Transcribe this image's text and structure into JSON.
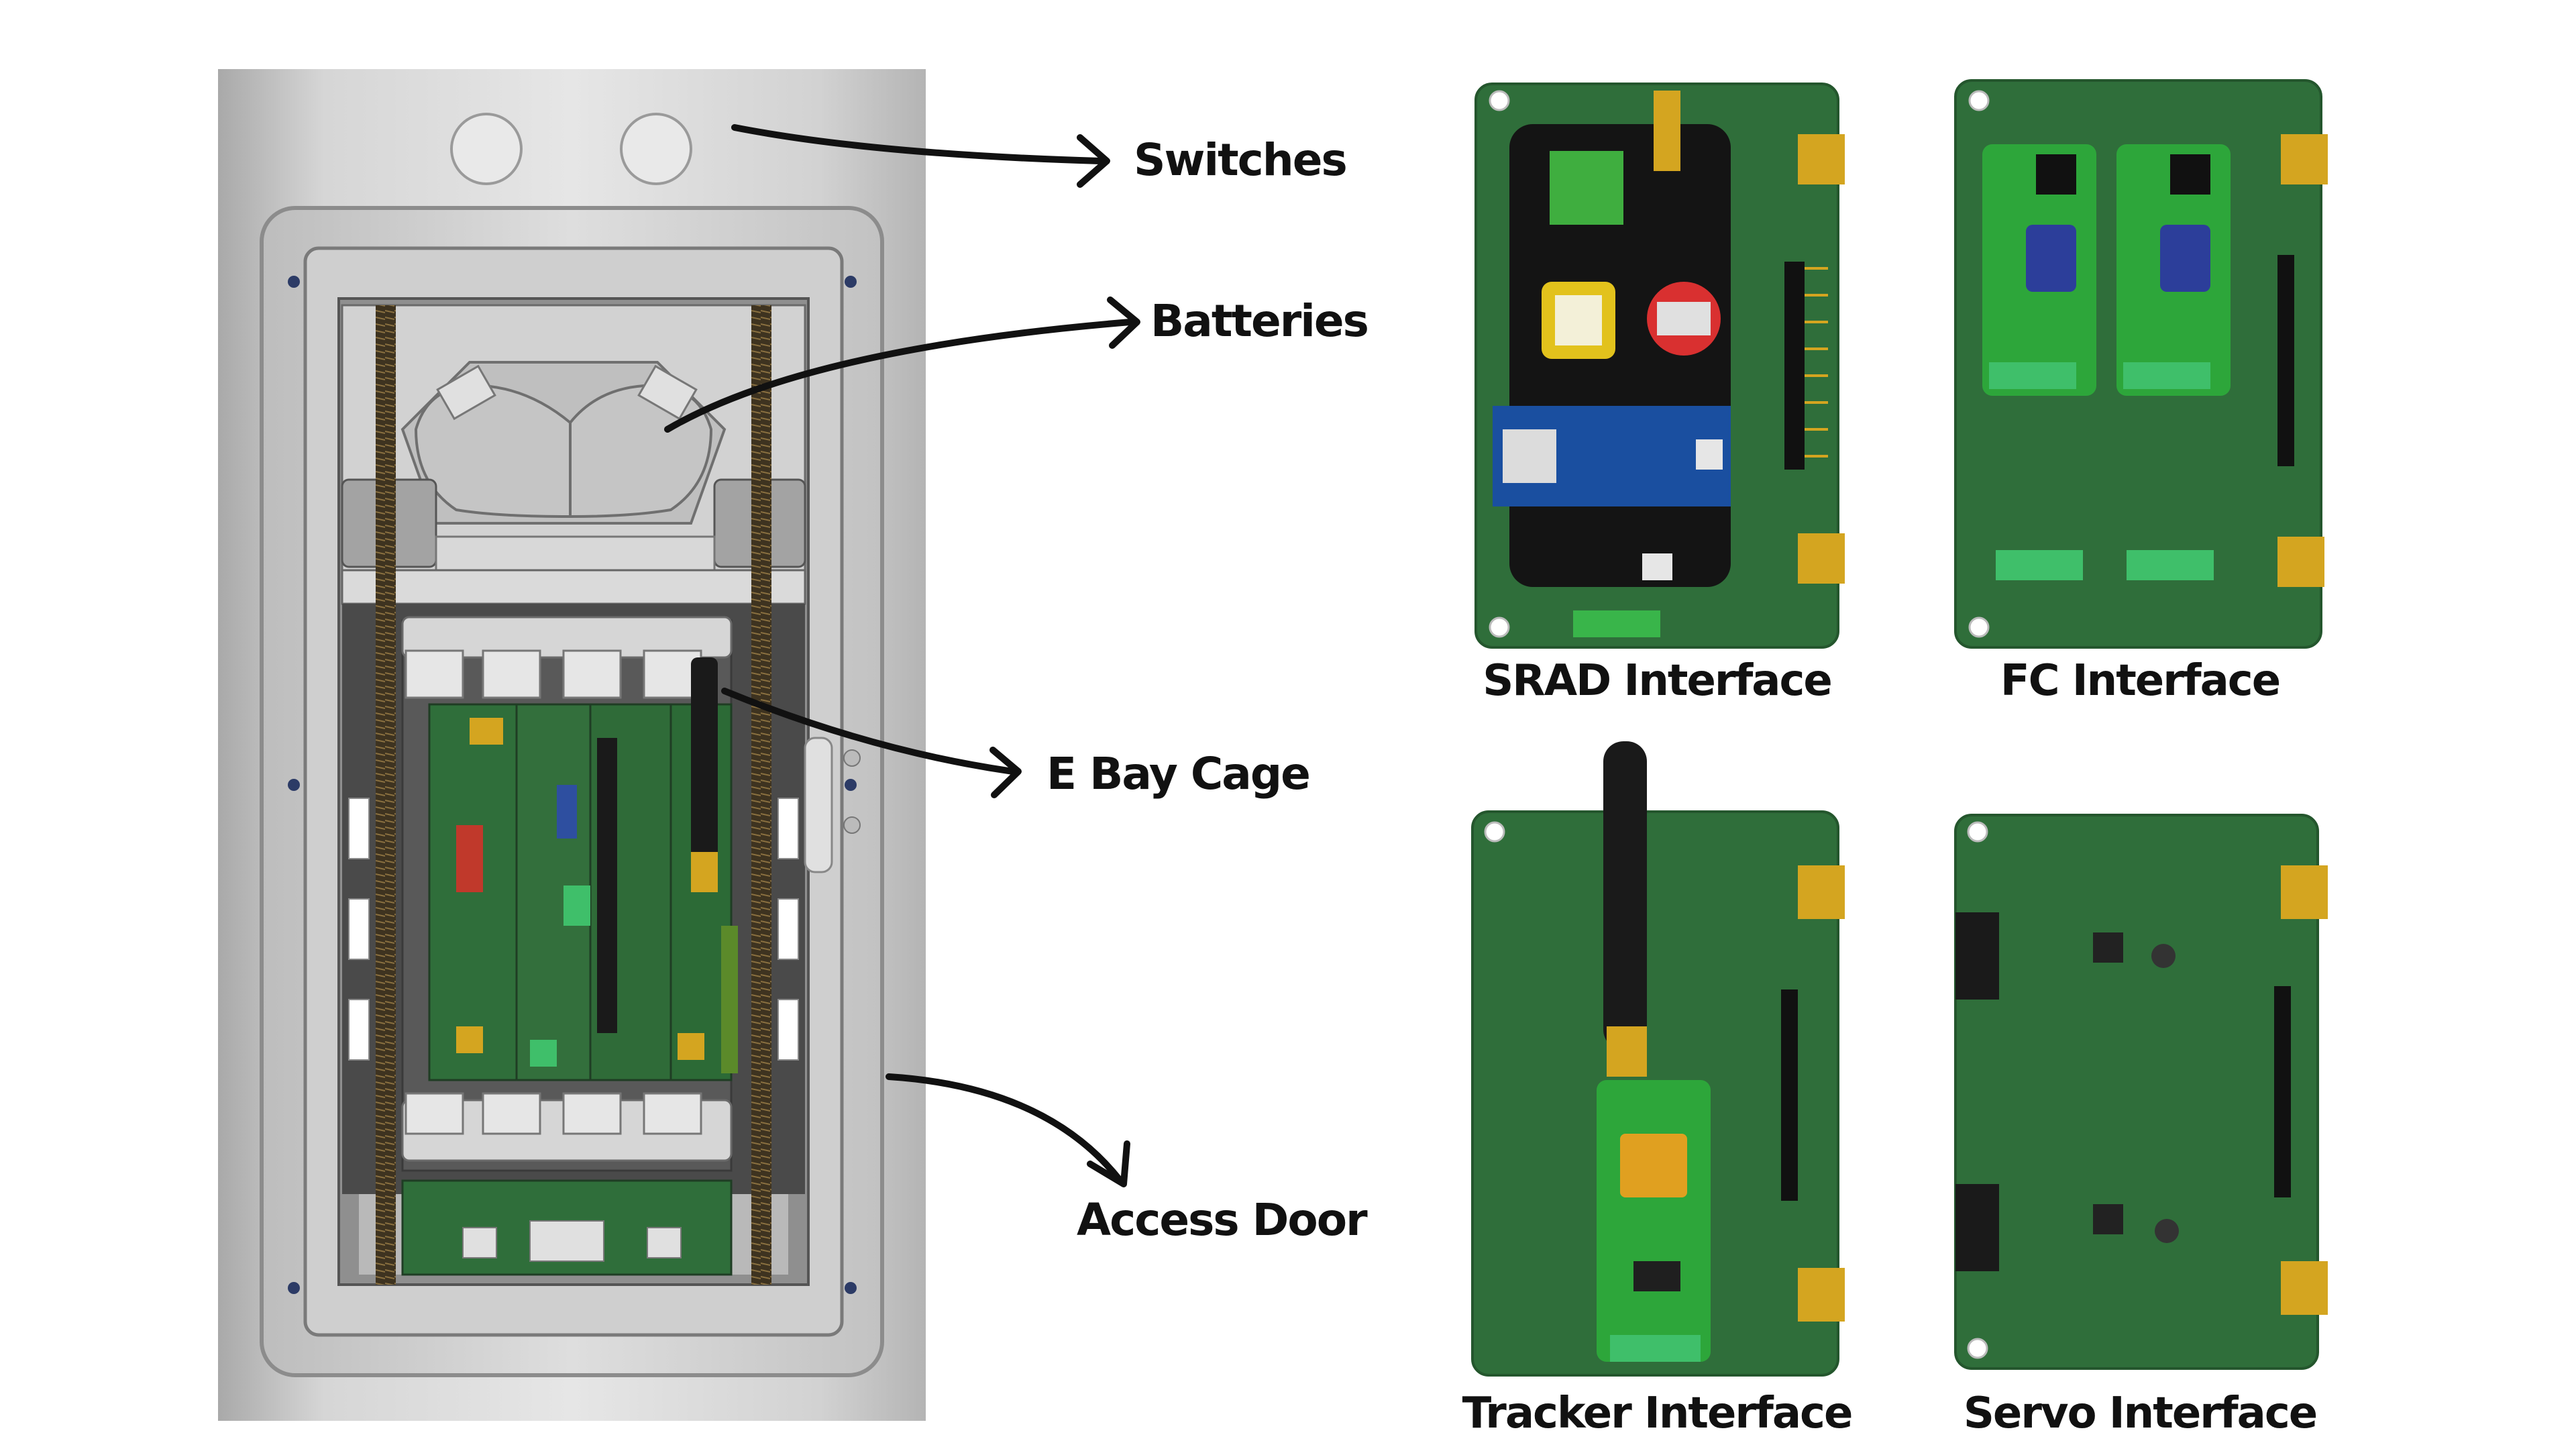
{
  "callouts": {
    "switches": "Switches",
    "batteries": "Batteries",
    "ebay_cage": "E Bay Cage",
    "access_door": "Access Door"
  },
  "boards": {
    "srad": "SRAD Interface",
    "fc": "FC Interface",
    "tracker": "Tracker Interface",
    "servo": "Servo Interface"
  },
  "colors": {
    "pcb_green": "#2f6e3a",
    "module_black": "#141414",
    "gold": "#d4a520",
    "aluminum": "#c9c9c9",
    "threaded_rod": "#5a4a2a"
  }
}
